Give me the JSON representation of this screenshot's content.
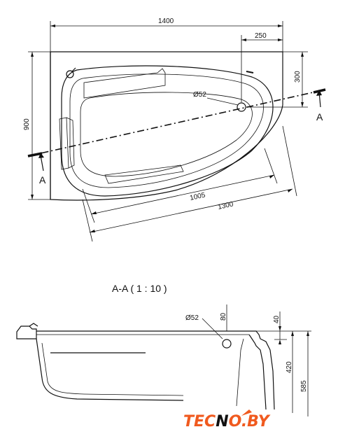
{
  "plan_view": {
    "dim_width": "1400",
    "dim_drain_offset": "250",
    "dim_drain_depth": "300",
    "dim_height": "900",
    "dim_inner_length": "1005",
    "dim_outer_length": "1300",
    "drain_label": "Ø52",
    "section_mark_right": "A",
    "section_mark_left": "A"
  },
  "section_view": {
    "title": "A-A  ( 1 : 10 )",
    "drain_label": "Ø52",
    "dim_drain_height": "80",
    "dim_rim": "40",
    "dim_depth": "420",
    "dim_total_height": "585"
  },
  "logo": {
    "part1": "TEC",
    "part2": "N",
    "part3": "O.BY",
    "brand_color": "#f05a1f"
  }
}
